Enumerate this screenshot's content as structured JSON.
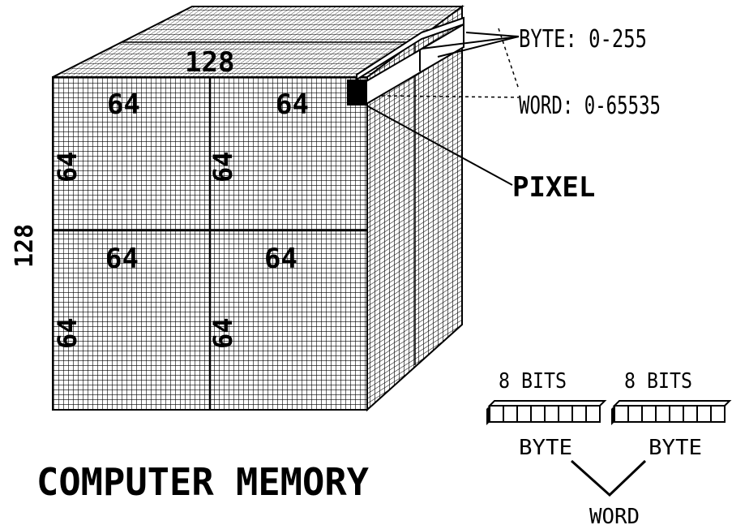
{
  "cube": {
    "top_label": "128",
    "side_label": "128",
    "quadrant_labels": [
      "64",
      "64",
      "64",
      "64"
    ],
    "vertical_quadrant_labels": [
      "64",
      "64",
      "64",
      "64"
    ]
  },
  "callouts": {
    "byte_range": "BYTE: 0-255",
    "word_range": "WORD: 0-65535",
    "pixel": "PIXEL"
  },
  "bits_diagram": {
    "left_bits_label": "8 BITS",
    "right_bits_label": "8 BITS",
    "left_byte_label": "BYTE",
    "right_byte_label": "BYTE",
    "word_label": "WORD",
    "bits_per_byte": 8
  },
  "caption": "COMPUTER MEMORY",
  "colors": {
    "ink": "#000000",
    "paper": "#ffffff"
  }
}
